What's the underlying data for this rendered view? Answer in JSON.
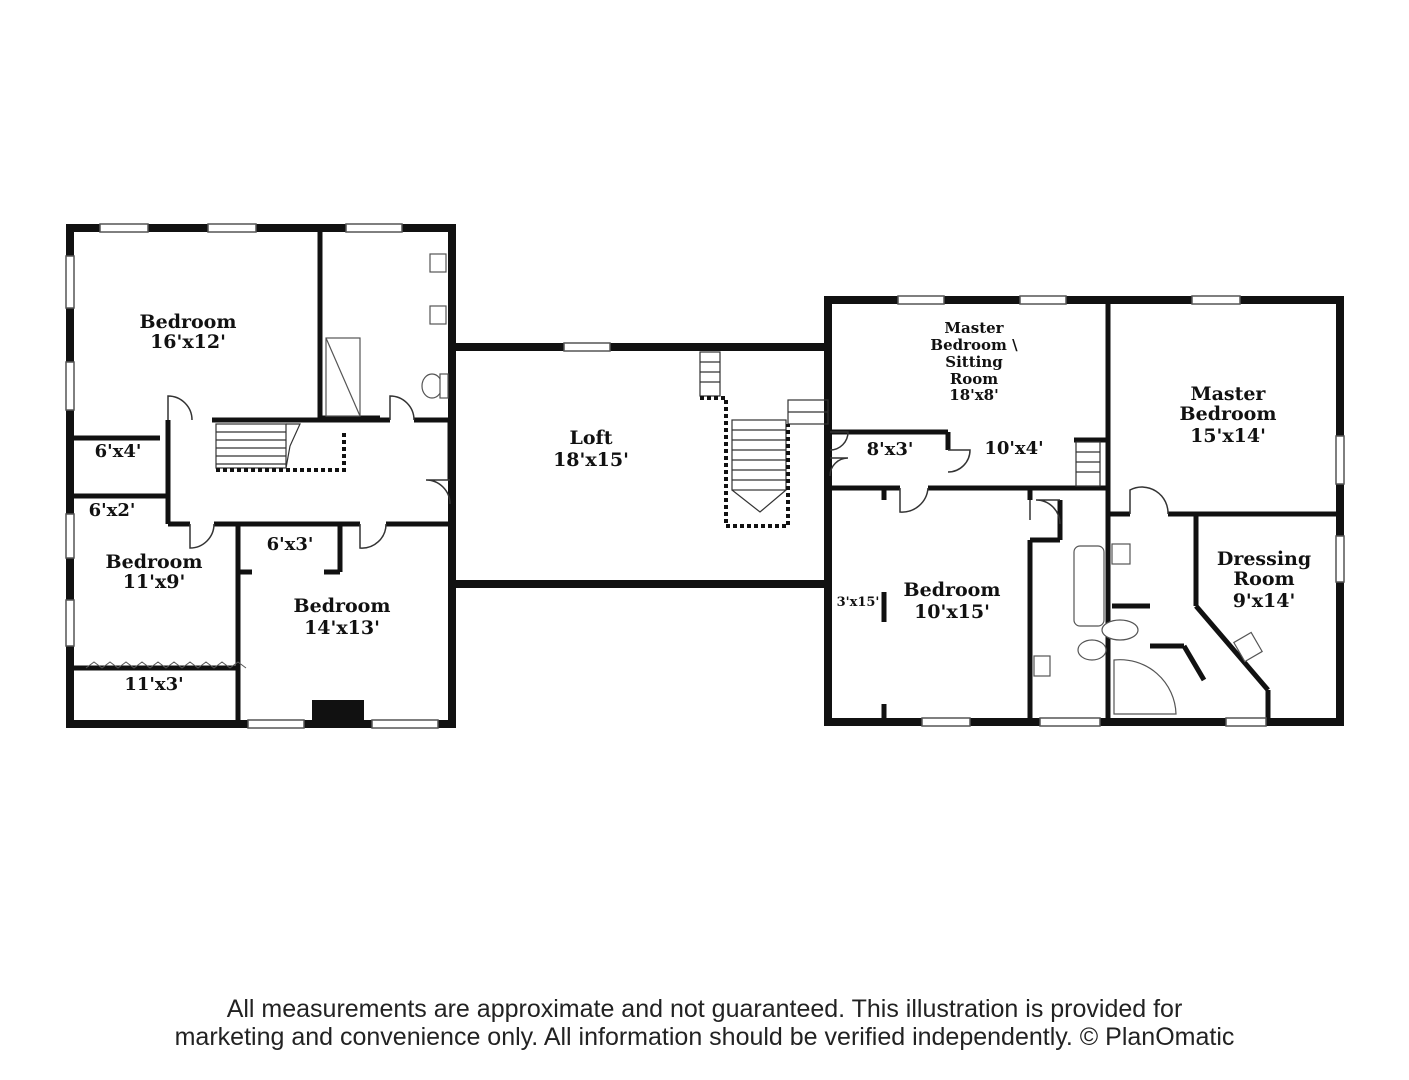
{
  "rooms": {
    "bedroom_nw": {
      "name": "Bedroom",
      "size": "16'x12'"
    },
    "closet_6x4": {
      "size": "6'x4'"
    },
    "closet_6x2": {
      "size": "6'x2'"
    },
    "bedroom_sw": {
      "name": "Bedroom",
      "size": "11'x9'"
    },
    "closet_11x3": {
      "size": "11'x3'"
    },
    "closet_6x3": {
      "size": "6'x3'"
    },
    "bedroom_s": {
      "name": "Bedroom",
      "size": "14'x13'"
    },
    "loft": {
      "name": "Loft",
      "size": "18'x15'"
    },
    "master_sitting": {
      "name_lines": [
        "Master",
        "Bedroom \\",
        "Sitting",
        "Room"
      ],
      "size": "18'x8'"
    },
    "closet_8x3": {
      "size": "8'x3'"
    },
    "closet_10x4": {
      "size": "10'x4'"
    },
    "master_bedroom": {
      "name_lines": [
        "Master",
        "Bedroom"
      ],
      "size": "15'x14'"
    },
    "bedroom_e": {
      "name": "Bedroom",
      "size": "10'x15'"
    },
    "closet_3x15": {
      "size": "3'x15'"
    },
    "dressing_room": {
      "name_lines": [
        "Dressing",
        "Room"
      ],
      "size": "9'x14'"
    }
  },
  "disclaimer": {
    "line1": "All measurements are approximate and not guaranteed. This illustration is provided for",
    "line2": "marketing and convenience only. All information should be verified independently. © PlanOmatic"
  },
  "colors": {
    "wall": "#111111",
    "background": "#ffffff",
    "fixture": "#555555"
  }
}
